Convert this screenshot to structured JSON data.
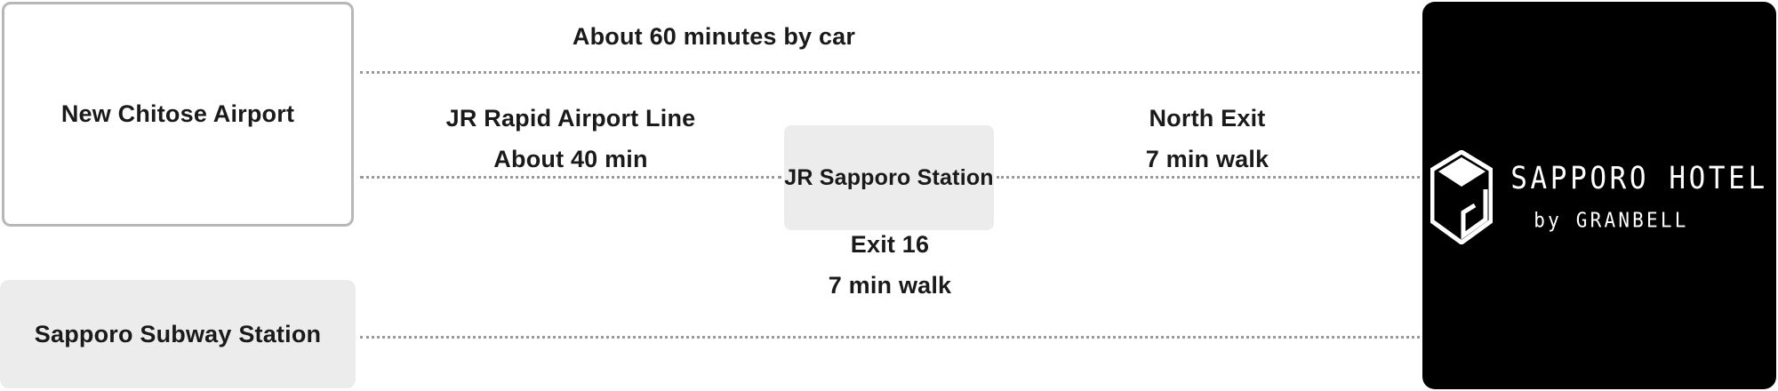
{
  "access_map": {
    "nodes": {
      "airport": "New Chitose Airport",
      "subway": "Sapporo Subway Station",
      "jr_station": "JR Sapporo Station"
    },
    "routes": {
      "by_car": "About 60 minutes by car",
      "jr_line_name": "JR Rapid Airport Line",
      "jr_line_time": "About 40 min",
      "station_exit": "North Exit",
      "station_exit_time": "7 min walk",
      "subway_exit": "Exit 16",
      "subway_exit_time": "7 min walk"
    },
    "brand": {
      "name": "SAPPORO HOTEL",
      "sub": "by GRANBELL",
      "logo_icon": "granbell-g-shield-icon",
      "panel_color": "#000000",
      "text_color": "#ffffff"
    },
    "colors": {
      "box_fill_gray": "#ececec",
      "box_border_gray": "#b7b7b7",
      "dotted_line": "#9a9a9a",
      "text": "#1a1a1a",
      "background": "#ffffff"
    }
  }
}
